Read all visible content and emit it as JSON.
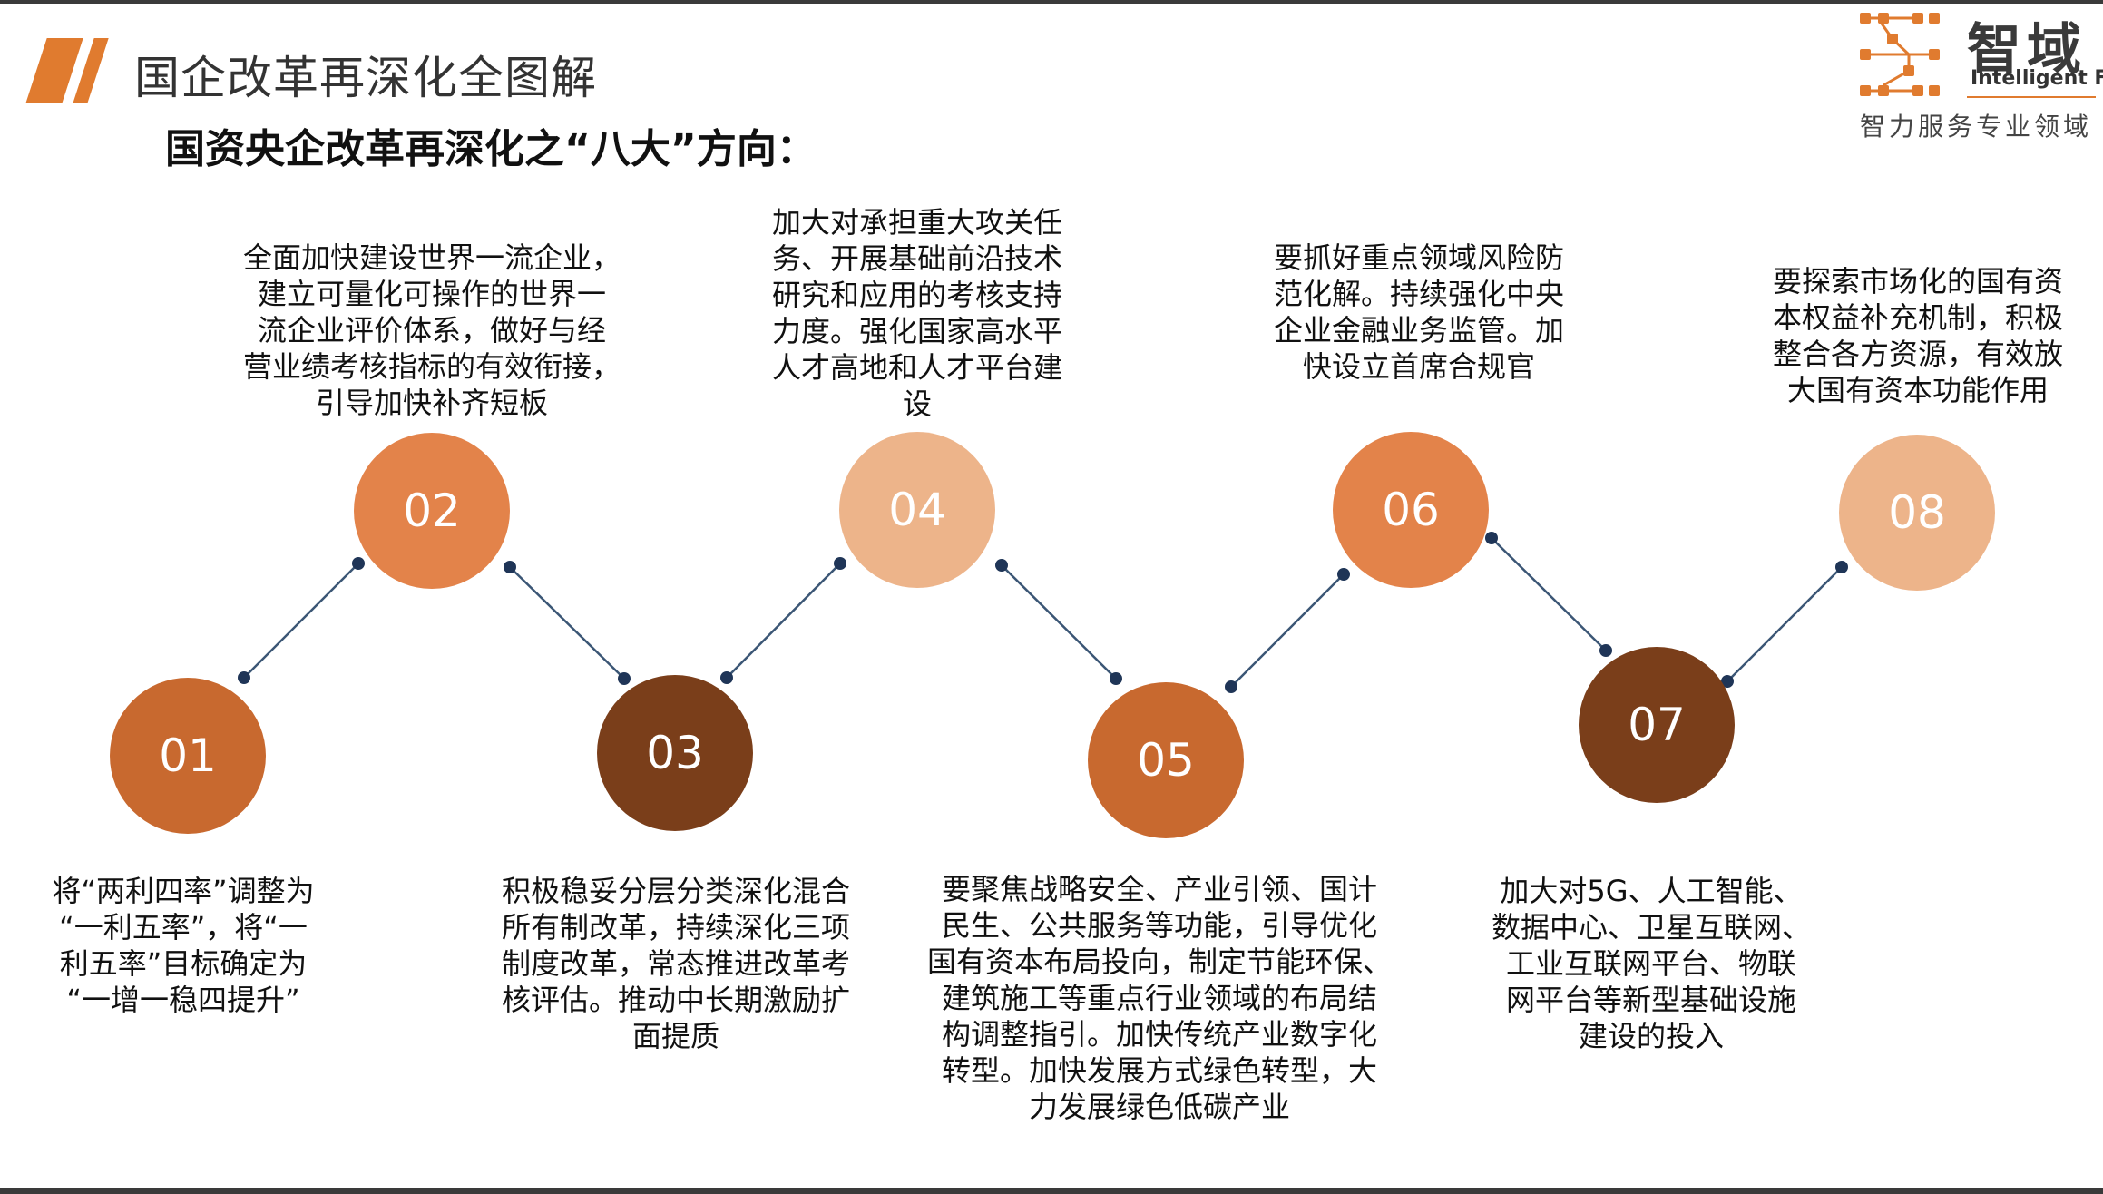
{
  "header": {
    "title": "国企改革再深化全图解",
    "subtitle": "国资央企改革再深化之“八大”方向："
  },
  "logo": {
    "name": "智域",
    "english": "Intelligent Field",
    "tagline": "智力服务专业领域",
    "icon": "circuit-bracket-logo-icon"
  },
  "colors": {
    "orange": "#e3834a",
    "dark_orange": "#c8692f",
    "brown": "#7a3e1a",
    "light_peach": "#edb48a",
    "dot": "#1f3557",
    "line": "#3b5675"
  },
  "steps": [
    {
      "number": "01",
      "text": "将“两利四率”调整为\n“一利五率”，将“一\n利五率”目标确定为\n“一增一稳四提升”"
    },
    {
      "number": "02",
      "text": "全面加快建设世界一流企业，\n建立可量化可操作的世界一\n流企业评价体系，做好与经\n营业绩考核指标的有效衔接，\n引导加快补齐短板"
    },
    {
      "number": "03",
      "text": "积极稳妥分层分类深化混合\n所有制改革，持续深化三项\n制度改革，常态推进改革考\n核评估。推动中长期激励扩\n面提质"
    },
    {
      "number": "04",
      "text": "加大对承担重大攻关任\n务、开展基础前沿技术\n研究和应用的考核支持\n力度。强化国家高水平\n人才高地和人才平台建\n设"
    },
    {
      "number": "05",
      "text": "要聚焦战略安全、产业引领、国计\n民生、公共服务等功能，引导优化\n国有资本布局投向，制定节能环保、\n建筑施工等重点行业领域的布局结\n构调整指引。加快传统产业数字化\n转型。加快发展方式绿色转型，大\n力发展绿色低碳产业"
    },
    {
      "number": "06",
      "text": "要抓好重点领域风险防\n范化解。持续强化中央\n企业金融业务监管。加\n快设立首席合规官"
    },
    {
      "number": "07",
      "text": "加大对5G、人工智能、\n数据中心、卫星互联网、\n工业互联网平台、物联\n网平台等新型基础设施\n建设的投入"
    },
    {
      "number": "08",
      "text": "要探索市场化的国有资\n本权益补充机制，积极\n整合各方资源，有效放\n大国有资本功能作用"
    }
  ]
}
